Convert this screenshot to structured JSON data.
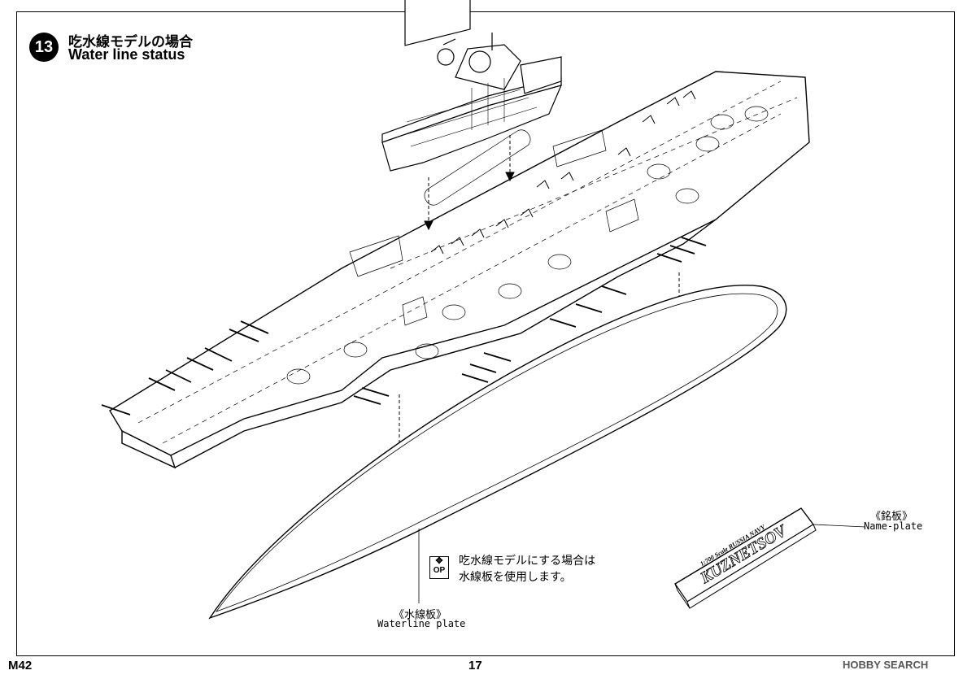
{
  "step": {
    "number": "13",
    "title_jp": "吃水線モデルの場合",
    "title_en": "Water line status"
  },
  "nameplate": {
    "label_jp": "《銘板》",
    "label_en": "Name-plate",
    "plate_scale_line": "1:700 Scale RUSSIA NAVY",
    "plate_name": "KUZNETSOV"
  },
  "waterline_plate": {
    "label_jp": "《水線板》",
    "label_en": "Waterline plate"
  },
  "instruction": {
    "icon_label": "OP",
    "line1": "吃水線モデルにする場合は",
    "line2": "水線板を使用します。"
  },
  "footer": {
    "code": "M42",
    "page": "17",
    "watermark": "HOBBY SEARCH"
  }
}
